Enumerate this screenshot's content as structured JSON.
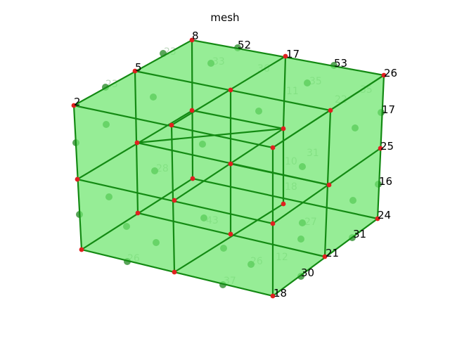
{
  "figure": {
    "title": "mesh",
    "visible_node_labels": [
      "2",
      "5",
      "8",
      "52",
      "17",
      "53",
      "26",
      "17",
      "25",
      "16",
      "24",
      "31",
      "21",
      "30",
      "18"
    ],
    "back_node_labels": [
      "23",
      "23",
      "33",
      "35",
      "22",
      "36",
      "35",
      "11",
      "28",
      "31",
      "43",
      "10",
      "18",
      "27",
      "26",
      "12",
      "37",
      "26"
    ],
    "colors": {
      "face": "#6ee66e",
      "edge": "#138a13",
      "node": "#e02020",
      "hidden_node": "#2f8f2f"
    }
  }
}
